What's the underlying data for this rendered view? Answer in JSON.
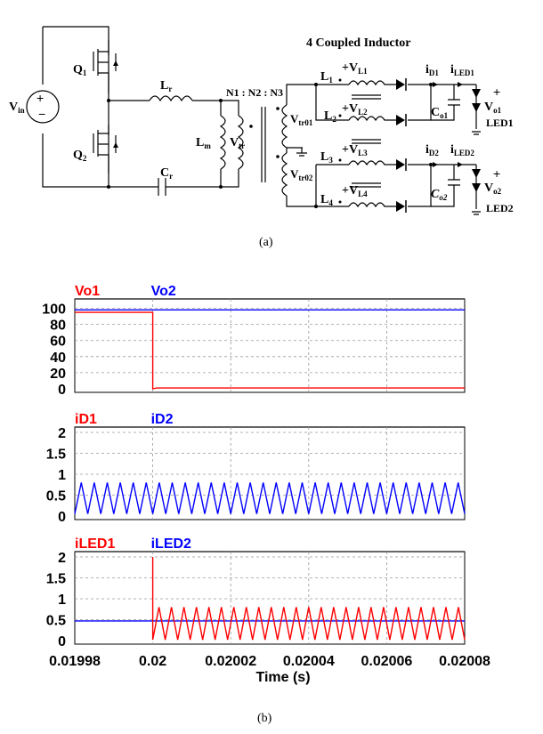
{
  "figure": {
    "circuit_title": "4 Coupled Inductor",
    "turns_ratio": "N1 : N2 : N3",
    "caption_a": "(a)",
    "caption_b": "(b)",
    "labels": {
      "vin": "V",
      "vin_sub": "in",
      "q1": "Q",
      "q1_sub": "1",
      "q2": "Q",
      "q2_sub": "2",
      "lr": "L",
      "lr_sub": "r",
      "cr": "C",
      "cr_sub": "r",
      "lm": "L",
      "lm_sub": "m",
      "vtr": "V",
      "vtr_sub": "tr",
      "vtr01": "V",
      "vtr01_sub": "tr01",
      "vtr02": "V",
      "vtr02_sub": "tr02",
      "l1": "L",
      "l1_sub": "1",
      "vl1": "+V",
      "vl1_sub": "L1",
      "l2": "L",
      "l2_sub": "2",
      "vl2": "+V",
      "vl2_sub": "L2",
      "l3": "L",
      "l3_sub": "3",
      "vl3": "+V",
      "vl3_sub": "L3",
      "l4": "L",
      "l4_sub": "4",
      "vl4": "+V",
      "vl4_sub": "L4",
      "id1": "i",
      "id1_sub": "D1",
      "iled1": "i",
      "iled1_sub": "LED1",
      "id2": "i",
      "id2_sub": "D2",
      "iled2": "i",
      "iled2_sub": "LED2",
      "co1": "C",
      "co1_sub": "o1",
      "co2": "C",
      "co2_sub": "o2",
      "vo1": "V",
      "vo1_sub": "o1",
      "vo2": "V",
      "vo2_sub": "o2",
      "led1": "LED1",
      "led2": "LED2"
    }
  },
  "chart_data": [
    {
      "type": "line",
      "legend": [
        "Vo1",
        "Vo2"
      ],
      "colors": [
        "#ff0000",
        "#0000ff"
      ],
      "yticks": [
        "100",
        "80",
        "60",
        "40",
        "20",
        "0"
      ],
      "ylim": [
        0,
        105
      ],
      "xlim": [
        0.01998,
        0.02008
      ],
      "series": [
        {
          "name": "Vo1",
          "x": [
            0.01998,
            0.02,
            0.02,
            0.020001,
            0.02008
          ],
          "y": [
            95,
            95,
            0,
            1,
            1
          ]
        },
        {
          "name": "Vo2",
          "x": [
            0.01998,
            0.02008
          ],
          "y": [
            98,
            98
          ]
        }
      ]
    },
    {
      "type": "line",
      "legend": [
        "iD1",
        "iD2"
      ],
      "colors": [
        "#ff0000",
        "#0000ff"
      ],
      "yticks": [
        "2",
        "1.5",
        "1",
        "0.5",
        "0"
      ],
      "ylim": [
        0,
        2
      ],
      "xlim": [
        0.01998,
        0.02008
      ],
      "series": [
        {
          "name": "iD2",
          "oscillation": {
            "min": 0.05,
            "max": 0.8,
            "cycles": 60
          }
        }
      ]
    },
    {
      "type": "line",
      "legend": [
        "iLED1",
        "iLED2"
      ],
      "colors": [
        "#ff0000",
        "#0000ff"
      ],
      "yticks": [
        "2",
        "1.5",
        "1",
        "0.5",
        "0"
      ],
      "ylim": [
        0,
        2
      ],
      "xlim": [
        0.01998,
        0.02008
      ],
      "series": [
        {
          "name": "iLED2",
          "x": [
            0.01998,
            0.02008
          ],
          "y": [
            0.47,
            0.47
          ]
        },
        {
          "name": "iLED1",
          "spike": {
            "x": 0.02,
            "peak": 2
          },
          "oscillation": {
            "start": 0.02,
            "min": 0.02,
            "max": 0.8,
            "cycles": 50
          }
        }
      ]
    }
  ],
  "x_axis": {
    "ticks": [
      "0.01998",
      "0.02",
      "0.02002",
      "0.02004",
      "0.02006",
      "0.02008"
    ],
    "label": "Time (s)"
  }
}
